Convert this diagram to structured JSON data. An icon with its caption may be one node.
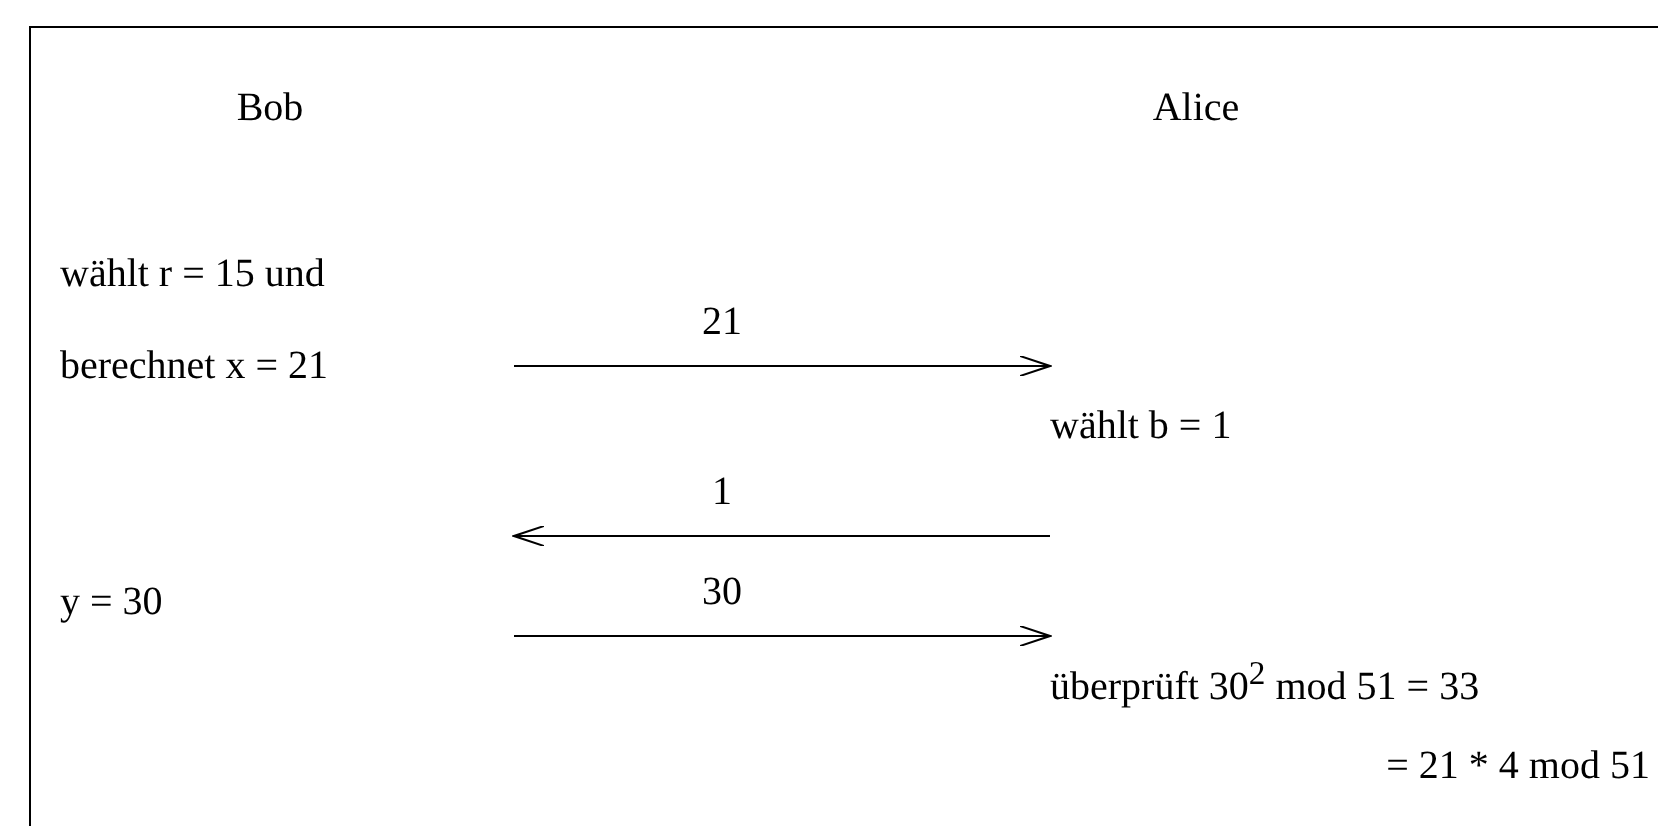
{
  "diagram": {
    "nodes": [
      {
        "text": [
          "wählt r = 15 und berechnet x = 21"
        ]
      },
      {
        "text": [
          "wählt b = 1"
        ]
      },
      {
        "text": [
          "y = 30"
        ]
      },
      {
        "text": [
          "überprüft 30$^{2}$ mod 51 = 33",
          "= 21 * 4 mod 51"
        ]
      }
    ],
    "edges": [
      {
        "from": null,
        "to": 1,
        "arrow": "to",
        "label": "21"
      },
      {
        "from": 1,
        "to": null,
        "arrow": "to",
        "label": "1"
      },
      {
        "from": null,
        "to": 3,
        "arrow": "to",
        "label": "30"
      }
    ],
    "labels": [
      "Bob",
      "Alice"
    ]
  }
}
